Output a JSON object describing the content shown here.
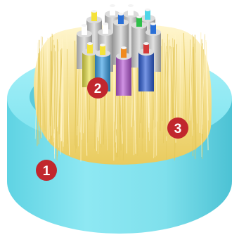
{
  "colors": {
    "jacket": "#7fe3ef",
    "jacket_shadow": "#4cc9da",
    "yarn": "#f2d97a",
    "yarn_light": "#fff3c2",
    "badge": "#c1272d",
    "badge_text": "#ffffff",
    "buffer_colors": [
      "#3aa0e6",
      "#e8e24a",
      "#b85ad6",
      "#2f5fd8",
      "#9e9e9e",
      "#9e9e9e",
      "#9e9e9e",
      "#9e9e9e",
      "#9e9e9e",
      "#9e9e9e",
      "#9e9e9e",
      "#9e9e9e"
    ],
    "fiber_core_colors": [
      "#2a6fd6",
      "#f08a1e",
      "#2fbf4a",
      "#d43a3a",
      "#ffffff",
      "#8a8a8a",
      "#ffffff",
      "#e84fb0",
      "#4fd6e8",
      "#222222",
      "#f5e23a",
      "#9a5ad6"
    ]
  },
  "callouts": [
    {
      "id": "jacket",
      "label": "1"
    },
    {
      "id": "tight-buffered-fibers",
      "label": "2"
    },
    {
      "id": "aramid-yarn",
      "label": "3"
    }
  ]
}
